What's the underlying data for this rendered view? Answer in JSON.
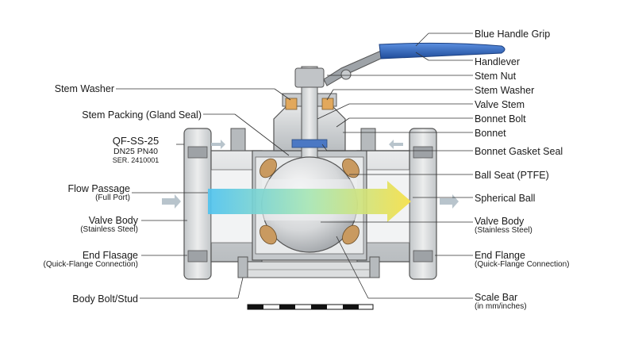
{
  "labels": {
    "stem_washer_left": "Stem Washer",
    "stem_packing": "Stem Packing (Gland Seal)",
    "flow_passage": "Flow Passage",
    "flow_passage_sub": "(Full Port)",
    "valve_body_left": "Valve Body",
    "valve_body_left_sub": "(Stainless Steel)",
    "end_flange_left": "End Flasage",
    "end_flange_left_sub": "(Quick-Flange Connection)",
    "body_bolt": "Body Bolt/Stud",
    "blue_handle_grip": "Blue Handle Grip",
    "handlever": "Handlever",
    "stem_nut": "Stem Nut",
    "stem_washer_right": "Stem Washer",
    "valve_stem": "Valve Stem",
    "bonnet_bolt": "Bonnet Bolt",
    "bonnet": "Bonnet",
    "bonnet_gasket_seal": "Bonnet Gasket Seal",
    "ball_seat": "Ball Seat (PTFE)",
    "spherical_ball": "Spherical Ball",
    "valve_body_right": "Valve Body",
    "valve_body_right_sub": "(Stainless Steel)",
    "end_flange_right": "End Flange",
    "end_flange_right_sub": "(Quick-Flange Connection)",
    "scale_bar": "Scale Bar",
    "scale_bar_sub": "(in mm/inches)"
  },
  "body_marking": {
    "model": "QF-SS-25",
    "rating": "DN25 PN40",
    "serial": "SER. 2410001"
  },
  "colors": {
    "handle": "#2e63b8",
    "steel": "#d4d6d8",
    "steel_dark": "#a9adb1",
    "flow_start": "#4fc3ef",
    "flow_end": "#f6e046",
    "arrow_grey": "#b8c4cc"
  }
}
